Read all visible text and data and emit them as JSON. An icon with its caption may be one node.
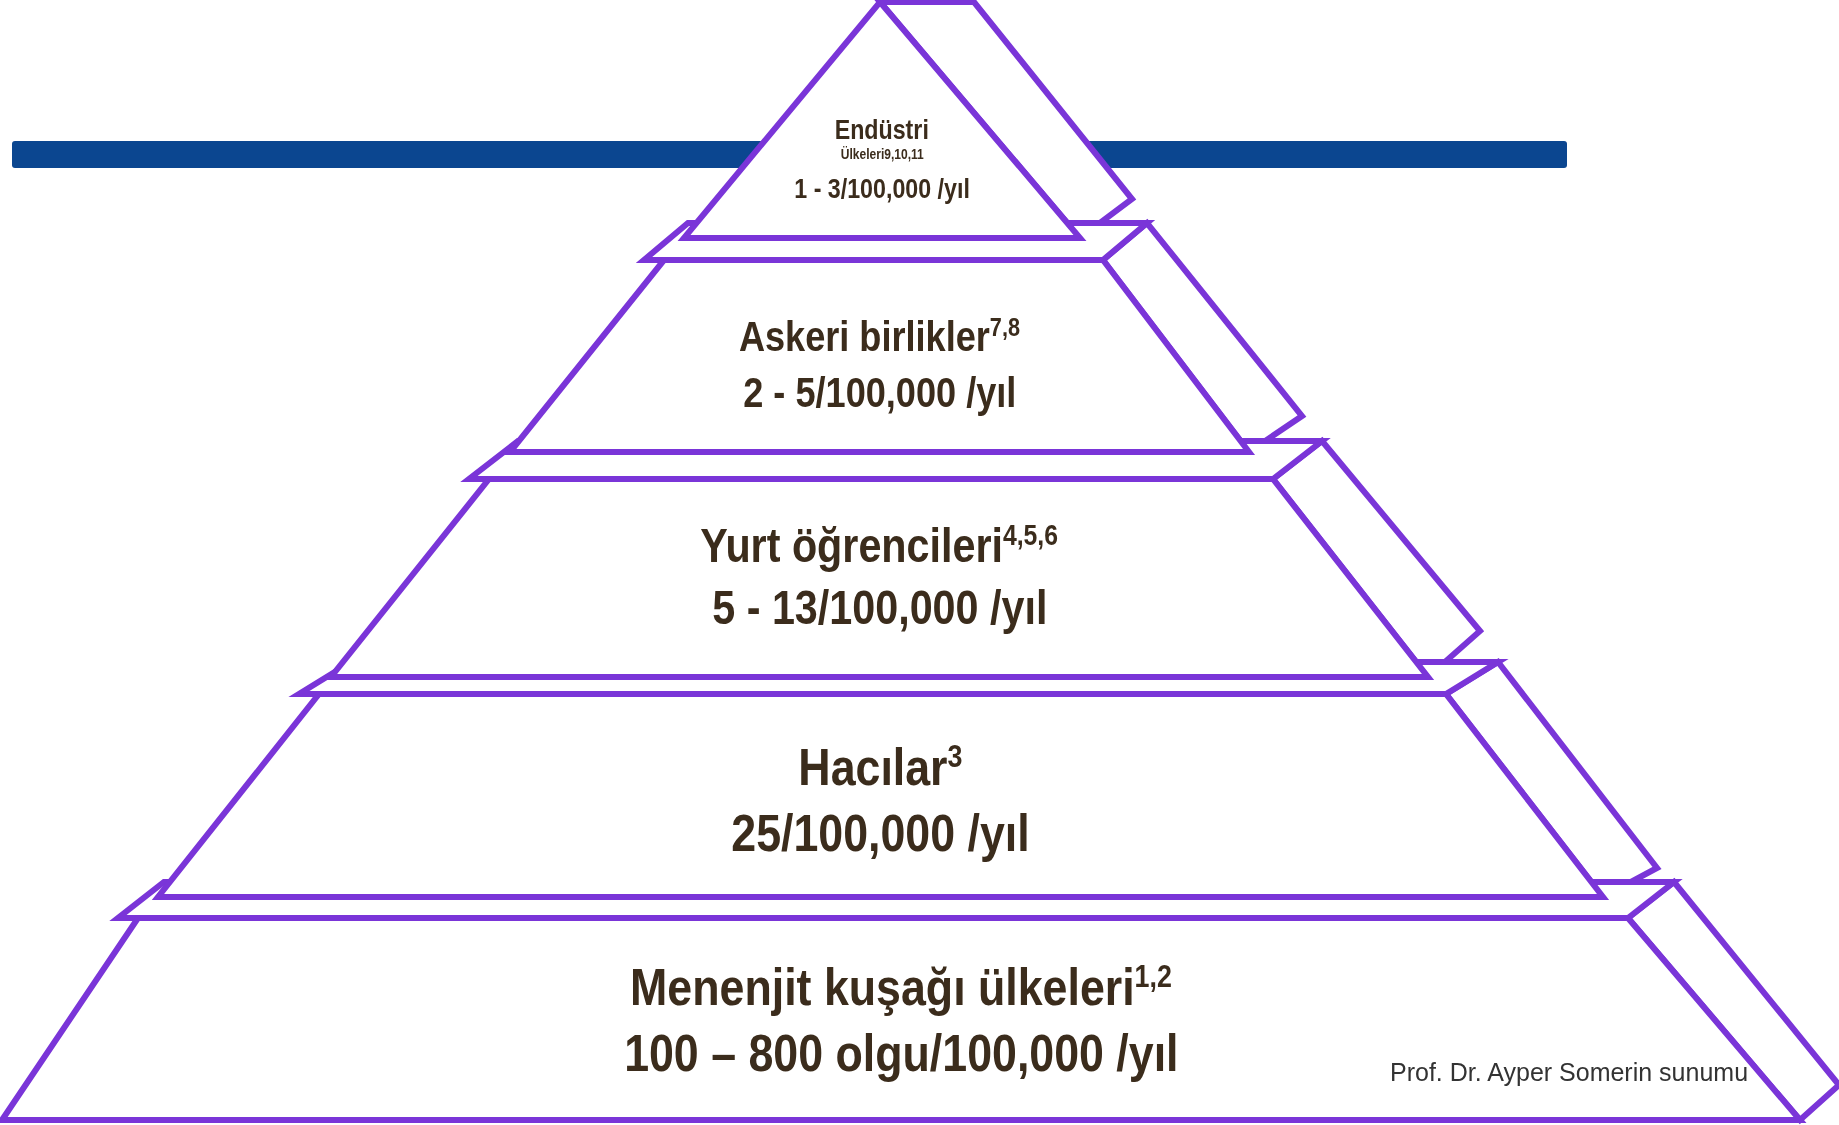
{
  "diagram": {
    "nodes": [
      {
        "text": [
          "Endüstri",
          "Ülkeleri9,10,11",
          "1 - 3/100,000 /yıl"
        ]
      },
      {
        "text": [
          "Askeri birlikler$^{7,8}$",
          "2 - 5/100,000 /yıl"
        ]
      },
      {
        "text": [
          "Yurt öğrencileri$^{4,5,6}$",
          "5 - 13/100,000 /yıl"
        ]
      },
      {
        "text": [
          "Hacılar$^{3}$",
          "25/100,000 /yıl"
        ]
      },
      {
        "text": [
          "Menenjit kuşağı ülkeleri$^{1,2}$",
          "100 – 800 olgu/100,000 /yıl"
        ]
      }
    ],
    "labels": [
      "Prof. Dr. Ayper Somerin sunumu"
    ]
  }
}
